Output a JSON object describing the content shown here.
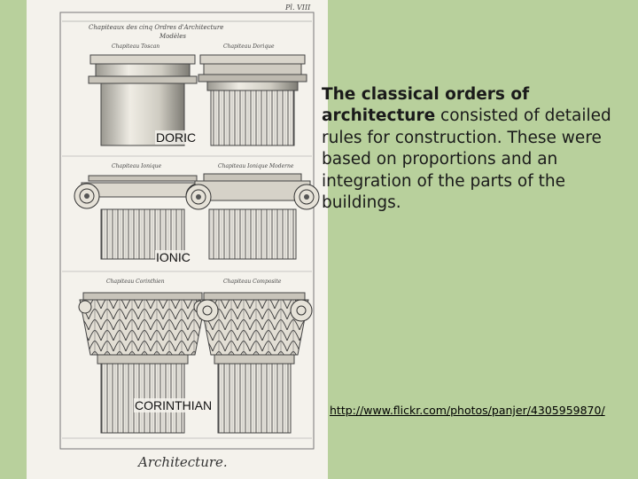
{
  "plate": {
    "page_number": "Pl. VIII",
    "header_line1": "Chapiteaux des cinq Ordres d'Architecture",
    "header_line2": "Modèles",
    "captions": {
      "top_left": "Chapiteau Toscan",
      "top_right": "Chapiteau Dorique",
      "mid_left": "Chapiteau Ionique",
      "mid_right": "Chapiteau Ionique Moderne",
      "bot_left": "Chapiteau Corinthien",
      "bot_right": "Chapiteau Composite"
    },
    "footer_title": "Architecture."
  },
  "labels": {
    "doric": "DORIC",
    "ionic": "IONIC",
    "corinthian": "CORINTHIAN"
  },
  "description": {
    "bold": "The classical orders of architecture",
    "rest": "consisted of detailed rules for construction.  These were based on proportions and an integration of the parts of the buildings."
  },
  "source_link": {
    "text": "http://www.flickr.com/photos/panjer/4305959870/",
    "trailing": "/"
  },
  "colors": {
    "background": "#b8d09c",
    "paper": "#f4f2ec",
    "ink": "#222222"
  }
}
